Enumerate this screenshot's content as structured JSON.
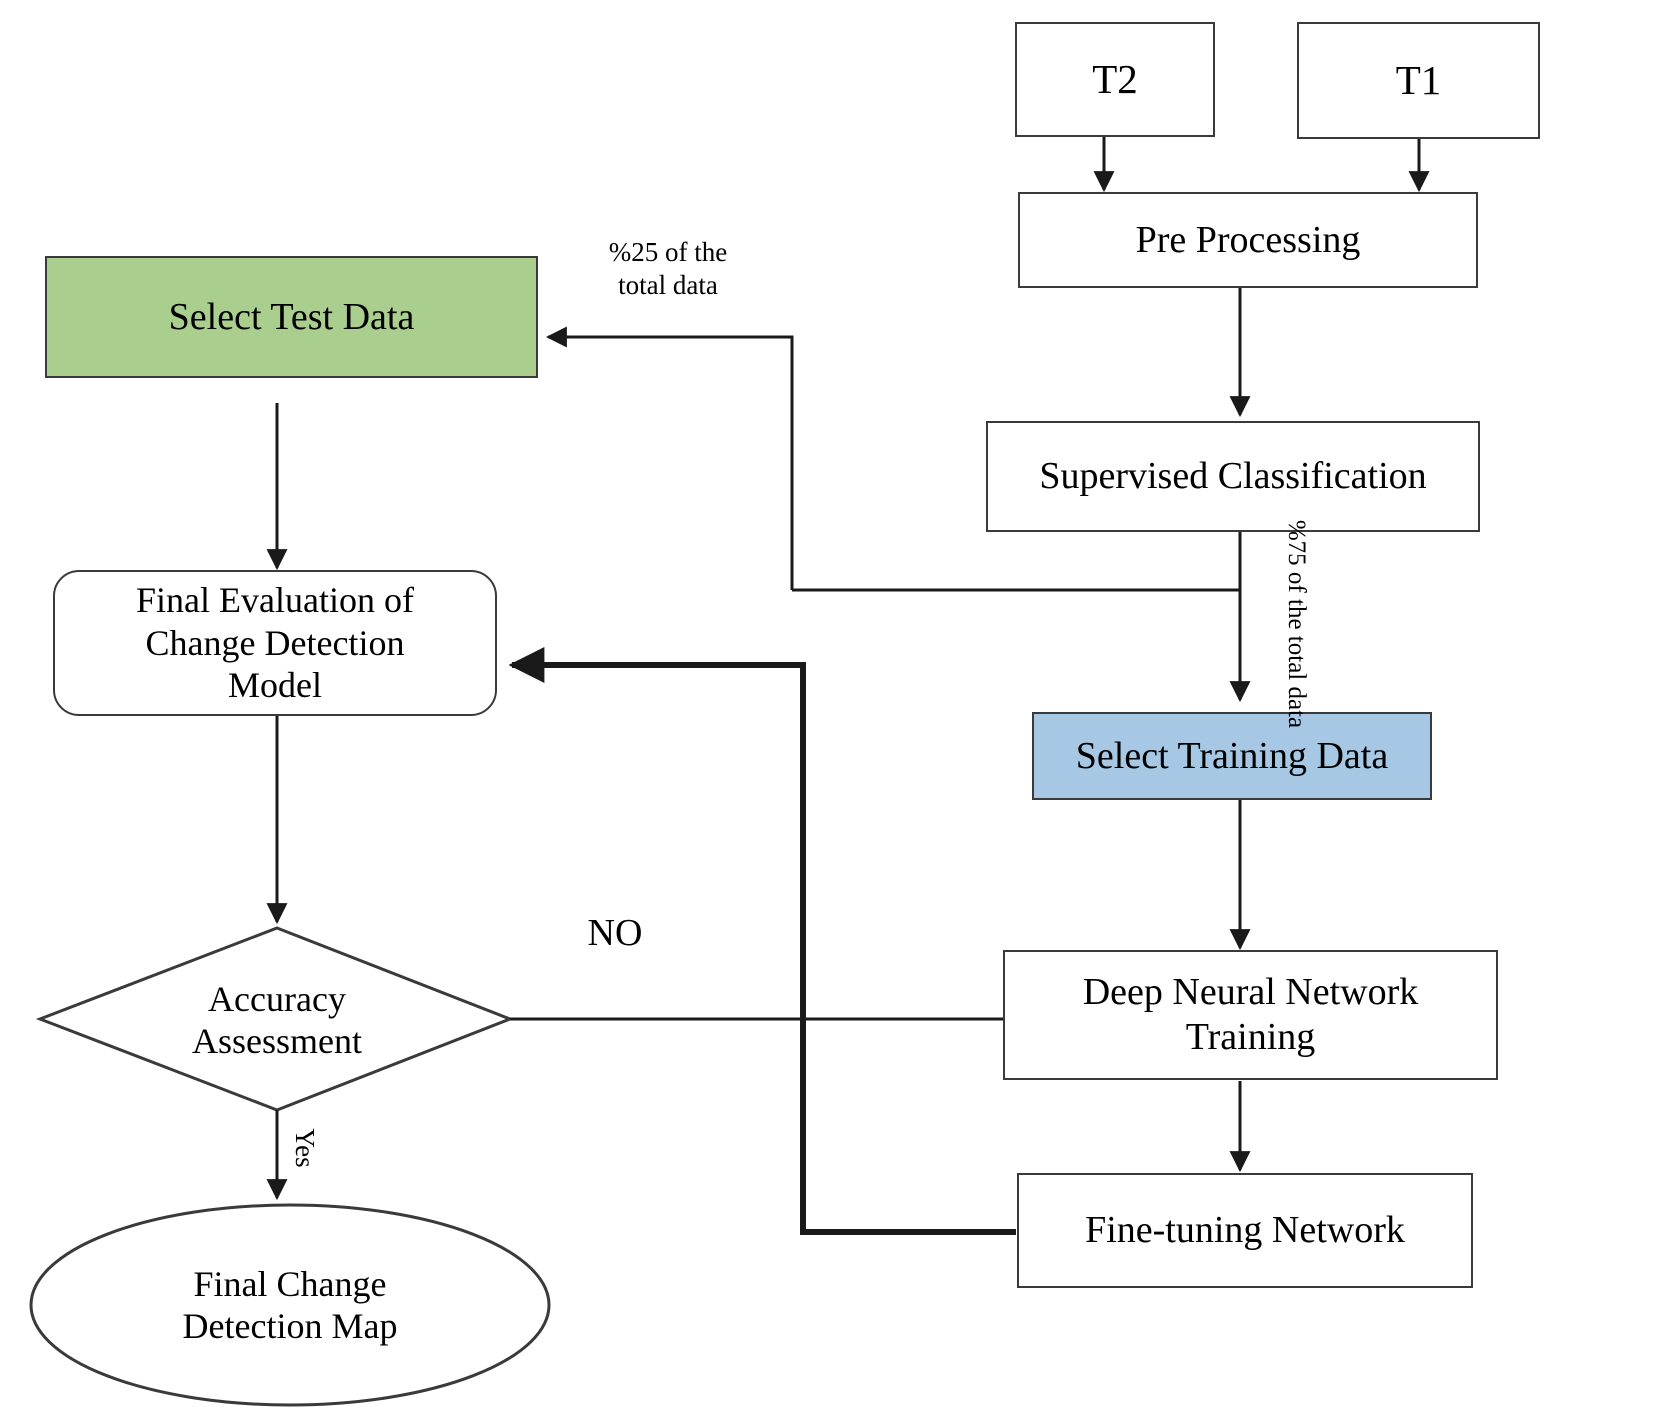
{
  "diagram": {
    "title": "Change Detection Workflow Flowchart",
    "colors": {
      "green_fill": "#A9CE8E",
      "blue_fill": "#A6C8E4",
      "stroke": "#3a3a3a",
      "line": "#1a1a1a",
      "text": "#000000",
      "background": "#ffffff"
    },
    "nodes": [
      {
        "id": "t2",
        "label": "T2",
        "shape": "rectangle"
      },
      {
        "id": "t1",
        "label": "T1",
        "shape": "rectangle"
      },
      {
        "id": "pre-processing",
        "label": "Pre Processing",
        "shape": "rectangle"
      },
      {
        "id": "supervised",
        "label": "Supervised Classification",
        "shape": "rectangle"
      },
      {
        "id": "select-training",
        "label": "Select Training  Data",
        "shape": "rectangle-filled"
      },
      {
        "id": "dnn-training",
        "label": "Deep Neural Network\nTraining",
        "shape": "rectangle"
      },
      {
        "id": "fine-tuning",
        "label": "Fine-tuning Network",
        "shape": "rectangle"
      },
      {
        "id": "select-test",
        "label": "Select Test Data",
        "shape": "rectangle-filled"
      },
      {
        "id": "final-evaluation",
        "label": "Final Evaluation of\nChange Detection\nModel",
        "shape": "rounded-rectangle"
      },
      {
        "id": "accuracy",
        "label": "Accuracy\nAssessment",
        "shape": "diamond"
      },
      {
        "id": "final-map",
        "label": "Final Change\nDetection Map",
        "shape": "ellipse"
      }
    ],
    "edge_labels": [
      {
        "id": "pct-25",
        "text": "%25 of the\ntotal data",
        "orientation": "horizontal"
      },
      {
        "id": "pct-75",
        "text": "%75 of the total data",
        "orientation": "rotated-90"
      },
      {
        "id": "no",
        "text": "NO",
        "orientation": "horizontal"
      },
      {
        "id": "yes",
        "text": "Yes",
        "orientation": "rotated-90"
      }
    ],
    "edges": [
      {
        "from": "t2",
        "to": "pre-processing",
        "label": ""
      },
      {
        "from": "t1",
        "to": "pre-processing",
        "label": ""
      },
      {
        "from": "pre-processing",
        "to": "supervised",
        "label": ""
      },
      {
        "from": "supervised",
        "to": "select-training",
        "label": "%75 of the total data"
      },
      {
        "from": "supervised",
        "to": "select-test",
        "label": "%25 of the\ntotal data"
      },
      {
        "from": "select-training",
        "to": "dnn-training",
        "label": ""
      },
      {
        "from": "dnn-training",
        "to": "fine-tuning",
        "label": ""
      },
      {
        "from": "fine-tuning",
        "to": "final-evaluation",
        "label": ""
      },
      {
        "from": "select-test",
        "to": "final-evaluation",
        "label": ""
      },
      {
        "from": "final-evaluation",
        "to": "accuracy",
        "label": ""
      },
      {
        "from": "accuracy",
        "to": "dnn-training",
        "label": "NO"
      },
      {
        "from": "accuracy",
        "to": "final-map",
        "label": "Yes"
      }
    ]
  }
}
